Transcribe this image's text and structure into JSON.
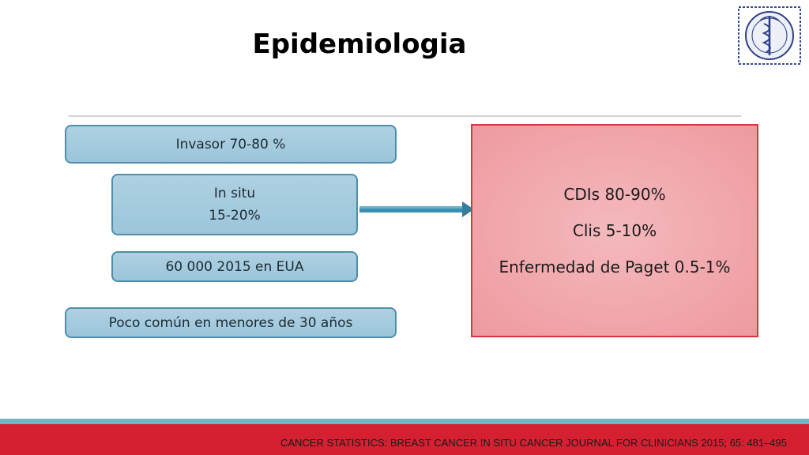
{
  "title": "Epidemiologia",
  "left_items": [
    {
      "lines": [
        "Invasor 70-80 %"
      ]
    },
    {
      "lines": [
        "In situ",
        "15-20%"
      ]
    },
    {
      "lines": [
        "60 000 2015 en EUA"
      ]
    },
    {
      "lines": [
        "Poco común en menores de 30 años"
      ]
    }
  ],
  "right_box": {
    "lines": [
      "CDIs 80-90%",
      "Clis 5-10%",
      "Enfermedad de Paget 0.5-1%"
    ]
  },
  "footer": "CANCER STATISTICS: BREAST CANCER IN SITU CANCER JOURNAL FOR CLINICIANS 2015; 65: 481–495",
  "colors": {
    "pill_fill": "#a6cce0",
    "pill_border": "#4f8eaa",
    "box_fill": "#f0a3a8",
    "box_border": "#d2383f",
    "arrow": "#3a8fb0",
    "footer_band": "#d42030",
    "teal_band": "#6fb6c4"
  },
  "icons": {
    "logo": "institute-seal-logo",
    "connector": "right-arrow"
  }
}
